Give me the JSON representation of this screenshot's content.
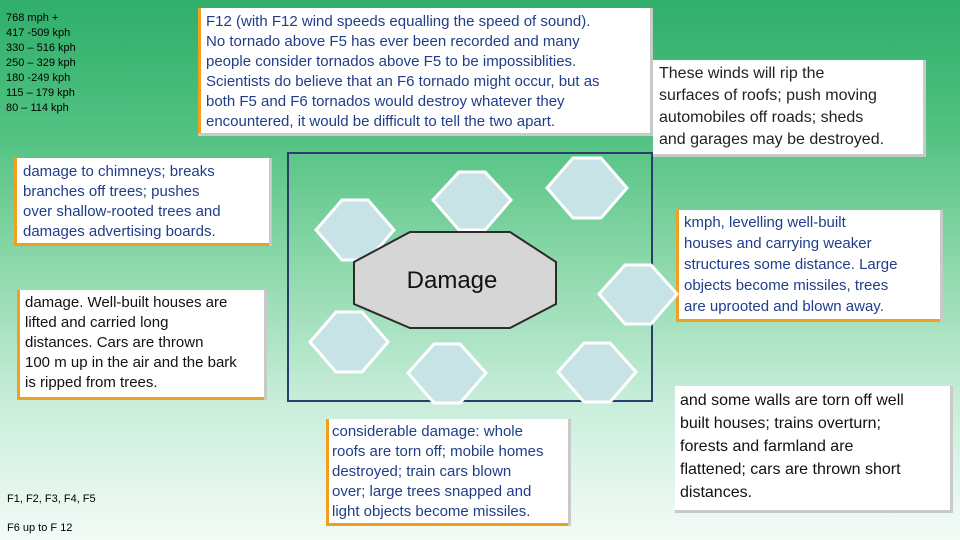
{
  "speeds": [
    "768 mph +",
    "417 -509 kph",
    "330 – 516 kph",
    "250 – 329 kph",
    "180 -249 kph",
    "115 – 179 kph",
    "80 – 114 kph"
  ],
  "cards": {
    "f12": "F12 (with F12 wind speeds equalling the speed of sound).\nNo tornado above F5 has ever been recorded and many\npeople consider tornados above F5 to be impossiblities.\nScientists do believe that an F6 tornado might occur, but as\nboth F5 and F6 tornados would destroy whatever they\nencountered, it would be difficult to tell the two apart.",
    "roofs": "These winds will rip the\nsurfaces of roofs; push moving\nautomobiles off roads; sheds\nand garages may be destroyed.",
    "chimneys": "damage to chimneys; breaks\nbranches off trees; pushes\nover shallow-rooted trees and\ndamages advertising boards.",
    "levelling": "kmph, levelling well-built\nhouses and carrying weaker\nstructures some distance. Large\nobjects become missiles, trees\nare uprooted and blown away.",
    "lifted": "damage. Well-built houses are\nlifted and carried long\ndistances. Cars are thrown\n100 m up in the air and the bark\nis ripped from trees.",
    "walls": "and some walls are torn off well\nbuilt houses; trains overturn;\nforests and farmland are\nflattened; cars are thrown short\ndistances.",
    "considerable": "considerable damage: whole\nroofs are torn off; mobile homes\ndestroyed; train cars blown\nover; large trees snapped and\nlight objects become missiles."
  },
  "labels": {
    "scale1": "F1, F2, F3, F4, F5",
    "scale2": "F6 up to F 12"
  },
  "diagram": {
    "center": "Damage"
  },
  "colors": {
    "hex_fill": "#c7e3e6",
    "hex_stroke": "#ffffff",
    "center_fill": "#d6d6d6",
    "text_blue": "#1f3d8a",
    "accent": "#f0a020"
  }
}
